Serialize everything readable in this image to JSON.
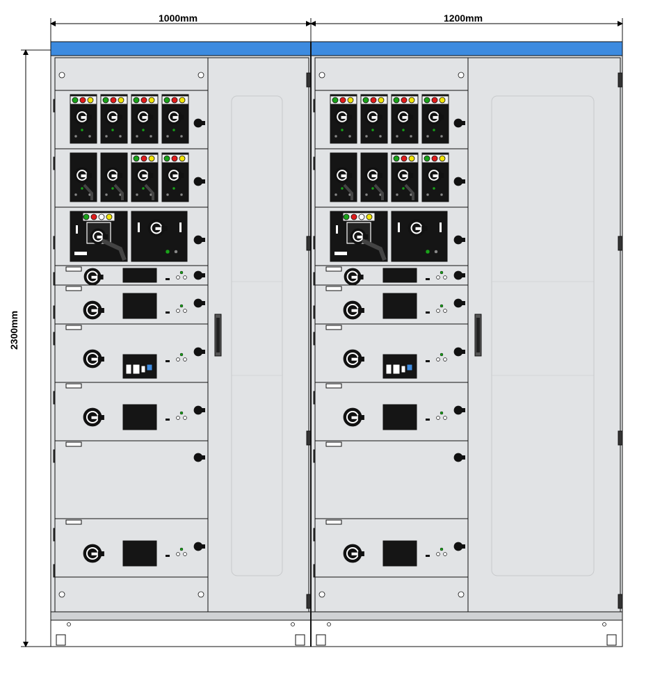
{
  "dimensions": {
    "width_left": "1000mm",
    "width_right": "1200mm",
    "height": "2300mm"
  },
  "colors": {
    "roof": "#3d8be0",
    "panel": "#e1e3e5",
    "frame": "#111111",
    "led_green": "#1aa31a",
    "led_red": "#e01b1b",
    "led_yellow": "#f2e40a",
    "led_white": "#ffffff"
  },
  "cabinets": [
    {
      "name": "left",
      "rows": [
        {
          "type": "mcc4",
          "modules": [
            "led",
            "led",
            "led",
            "led"
          ]
        },
        {
          "type": "mcc4",
          "modules": [
            "plain",
            "plain",
            "led",
            "led"
          ]
        },
        {
          "type": "breaker2"
        },
        {
          "type": "drawer",
          "display": "wide",
          "tag": true
        },
        {
          "type": "drawer",
          "display": "box",
          "tag": true
        },
        {
          "type": "drawer",
          "display": "relay",
          "tag": true
        },
        {
          "type": "drawer",
          "display": "box",
          "tag": true
        },
        {
          "type": "blank",
          "tag": true
        },
        {
          "type": "drawer",
          "display": "box",
          "tag": true
        }
      ]
    },
    {
      "name": "right",
      "rows": [
        {
          "type": "mcc4",
          "modules": [
            "led",
            "led",
            "led",
            "led"
          ]
        },
        {
          "type": "mcc4",
          "modules": [
            "plain",
            "plain",
            "led",
            "led"
          ]
        },
        {
          "type": "breaker2"
        },
        {
          "type": "drawer",
          "display": "wide",
          "tag": true
        },
        {
          "type": "drawer",
          "display": "box",
          "tag": true
        },
        {
          "type": "drawer",
          "display": "relay",
          "tag": true
        },
        {
          "type": "drawer",
          "display": "box",
          "tag": true
        },
        {
          "type": "blank",
          "tag": true
        },
        {
          "type": "drawer",
          "display": "box",
          "tag": true
        }
      ]
    }
  ]
}
